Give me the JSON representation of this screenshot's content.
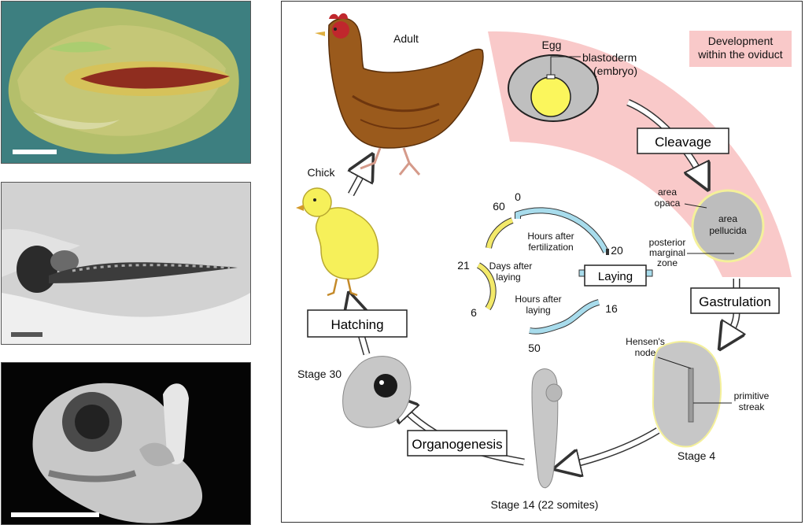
{
  "diagram": {
    "oviduct_label": [
      "Development",
      "within the oviduct"
    ],
    "stages": {
      "adult": "Adult",
      "chick": "Chick",
      "egg": "Egg",
      "stage30": "Stage 30",
      "stage14": "Stage 14 (22 somites)",
      "stage4": "Stage 4"
    },
    "processes": {
      "cleavage": "Cleavage",
      "gastrulation": "Gastrulation",
      "organogenesis": "Organogenesis",
      "hatching": "Hatching",
      "laying": "Laying"
    },
    "anatomy": {
      "blastoderm": [
        "blastoderm",
        "(embryo)"
      ],
      "area_opaca": [
        "area",
        "opaca"
      ],
      "area_pellucida": [
        "area",
        "pellucida"
      ],
      "posterior_marginal_zone": [
        "posterior",
        "marginal",
        "zone"
      ],
      "hensens_node": [
        "Hensen's",
        "node"
      ],
      "primitive_streak": [
        "primitive",
        "streak"
      ]
    },
    "timeline": {
      "hours_after_fertilization": [
        "Hours after",
        "fertilization"
      ],
      "hours_after_laying": [
        "Hours after",
        "laying"
      ],
      "days_after_laying": [
        "Days after",
        "laying"
      ],
      "ticks": {
        "t0": "0",
        "t20": "20",
        "t60": "60",
        "t21": "21",
        "t6": "6",
        "t16": "16",
        "t50": "50"
      }
    },
    "colors": {
      "oviduct_band": "#f9c9c9",
      "hours_arc": "#a8dcec",
      "days_arc": "#f3e96a",
      "chicken_brown": "#9a5a1c",
      "chick_yellow": "#f6f05a",
      "embryo_gray": "#c7c7c7"
    }
  }
}
